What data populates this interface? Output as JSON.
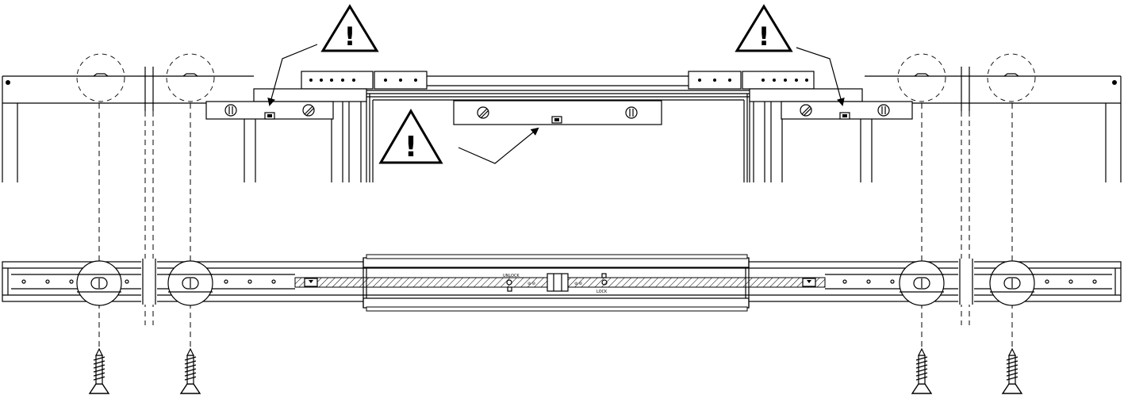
{
  "diagram": {
    "warning_symbol": "!",
    "warning_icon": "warning-triangle-icon",
    "warnings": [
      {
        "id": "left",
        "symbol": "!"
      },
      {
        "id": "center",
        "symbol": "!"
      },
      {
        "id": "right",
        "symbol": "!"
      }
    ],
    "rail_marking_left": "UNLOCK",
    "rail_marking_right": "LOCK",
    "screw_count": 4
  }
}
